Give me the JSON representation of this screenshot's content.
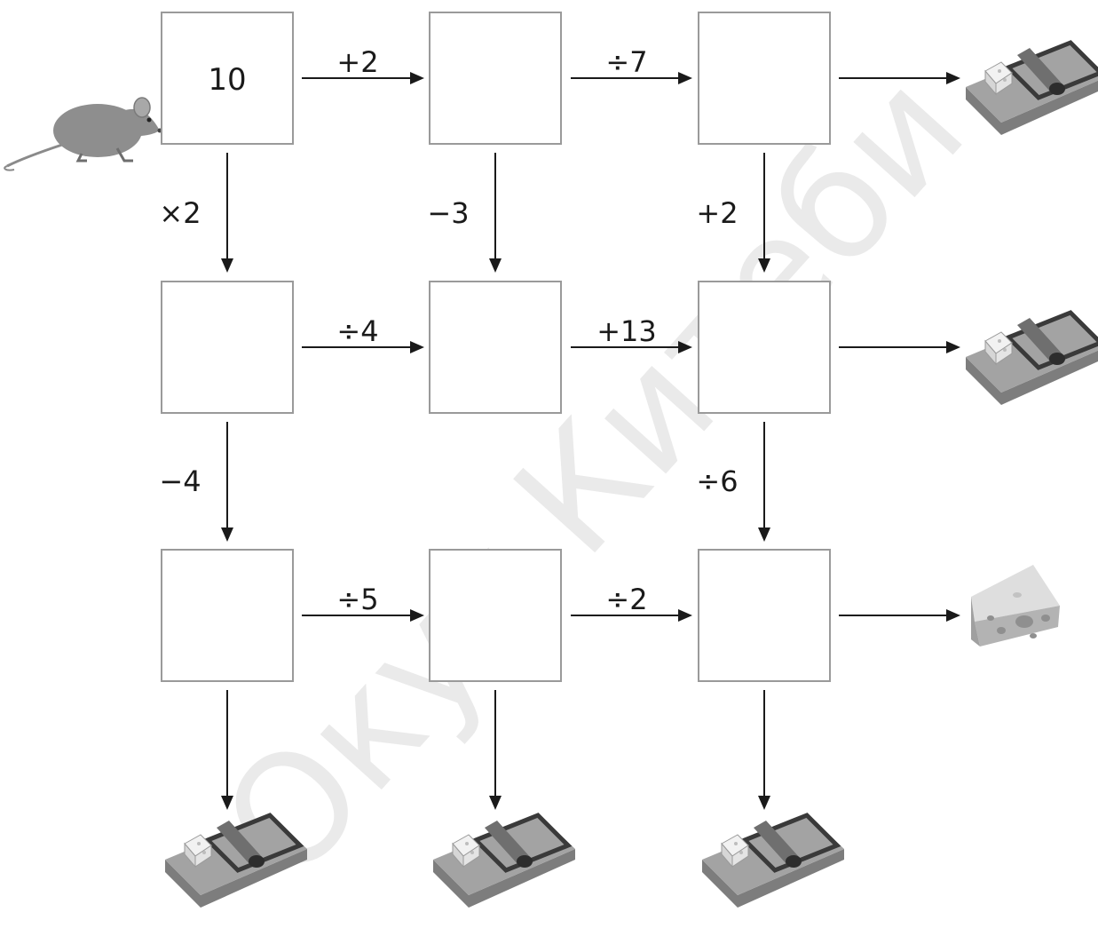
{
  "grid": {
    "start_value": "10",
    "cells": [
      {
        "id": "r1c1",
        "value": "10"
      },
      {
        "id": "r1c2",
        "value": ""
      },
      {
        "id": "r1c3",
        "value": ""
      },
      {
        "id": "r2c1",
        "value": ""
      },
      {
        "id": "r2c2",
        "value": ""
      },
      {
        "id": "r2c3",
        "value": ""
      },
      {
        "id": "r3c1",
        "value": ""
      },
      {
        "id": "r3c2",
        "value": ""
      },
      {
        "id": "r3c3",
        "value": ""
      }
    ]
  },
  "operations": {
    "r1_c1_to_c2": "+2",
    "r1_c2_to_c3": "÷7",
    "r2_c1_to_c2": "÷4",
    "r2_c2_to_c3": "+13",
    "r3_c1_to_c2": "÷5",
    "r3_c2_to_c3": "÷2",
    "c1_r1_to_r2": "×2",
    "c2_r1_to_r2": "−3",
    "c3_r1_to_r2": "+2",
    "c1_r2_to_r3": "−4",
    "c3_r2_to_r3": "÷6"
  },
  "outcomes": {
    "row1_end": "mousetrap-icon",
    "row2_end": "mousetrap-icon",
    "row3_end": "cheese-icon",
    "col1_end": "mousetrap-icon",
    "col2_end": "mousetrap-icon",
    "col3_end": "mousetrap-icon"
  },
  "start_icon": "mouse-icon",
  "watermark": "Окуу Китеби",
  "colors": {
    "box_border": "#9a9a9a",
    "arrow": "#1a1a1a",
    "trap_base": "#8c8c8c",
    "cheese": "#c8c8c8"
  }
}
